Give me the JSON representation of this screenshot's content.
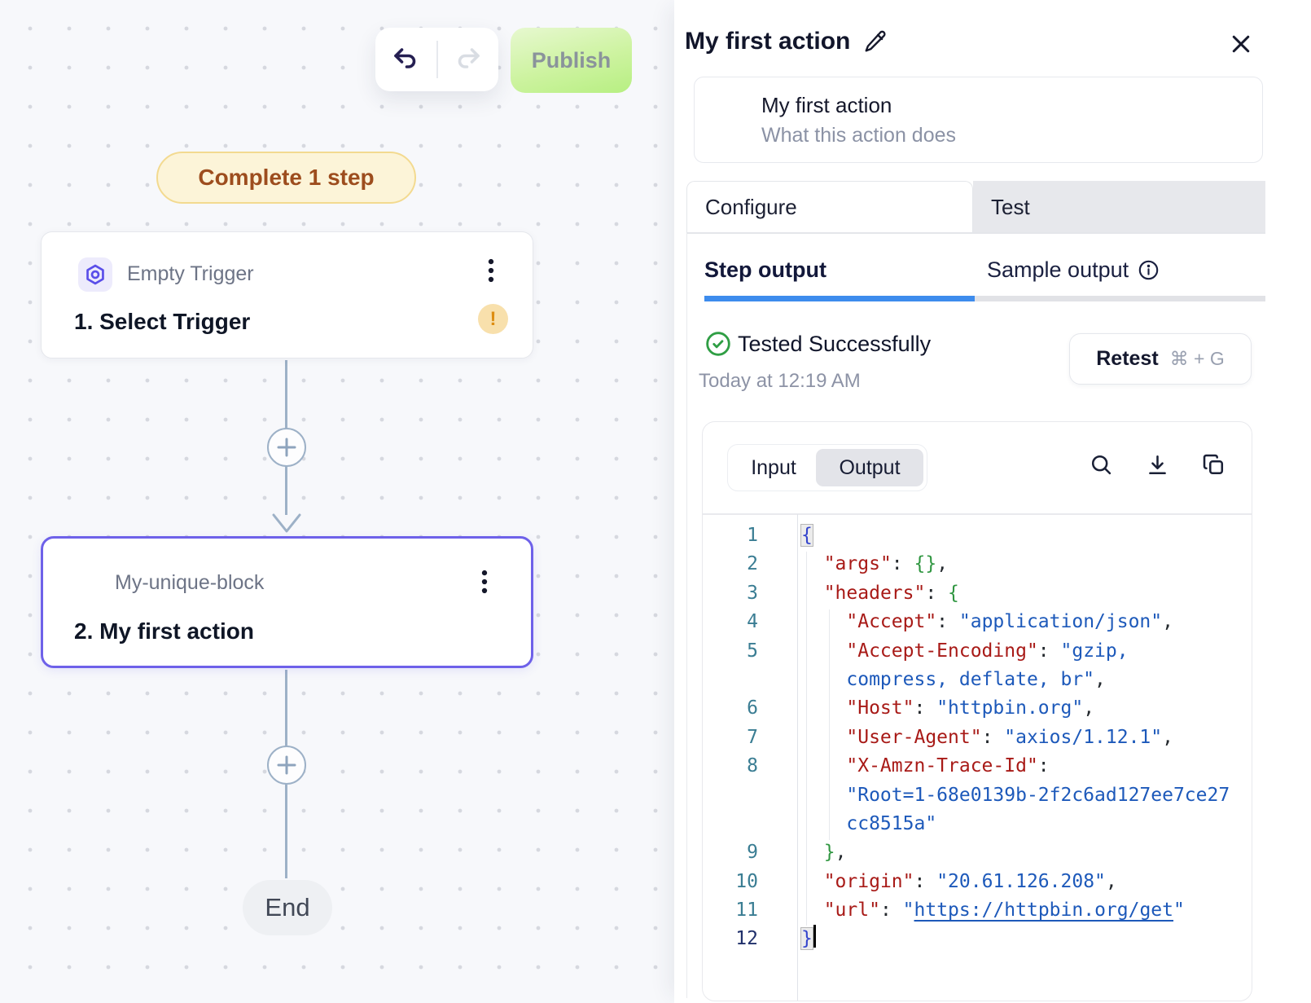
{
  "canvas": {
    "toolbar": {
      "publish_label": "Publish"
    },
    "badge_label": "Complete 1 step",
    "trigger_block": {
      "app_label": "Empty Trigger",
      "title": "1. Select Trigger",
      "warning_glyph": "!"
    },
    "action_block": {
      "app_label": "My-unique-block",
      "title": "2. My first action"
    },
    "end_label": "End"
  },
  "panel": {
    "title": "My first action",
    "summary": {
      "name": "My first action",
      "description": "What this action does"
    },
    "tabs": [
      {
        "label": "Configure",
        "active": true
      },
      {
        "label": "Test",
        "active": false
      }
    ],
    "subtabs": [
      {
        "label": "Step output",
        "active": true
      },
      {
        "label": "Sample output",
        "active": false
      }
    ],
    "status": {
      "label": "Tested Successfully",
      "timestamp": "Today at 12:19 AM",
      "retest_label": "Retest",
      "shortcut": "⌘ + G"
    },
    "io_toggle": [
      {
        "label": "Input",
        "selected": false
      },
      {
        "label": "Output",
        "selected": true
      }
    ],
    "code": {
      "rows": [
        {
          "n": "1",
          "seg": [
            [
              "brace-outer",
              "{"
            ]
          ],
          "hl": true
        },
        {
          "n": "2",
          "seg": [
            [
              "plain",
              "  "
            ],
            [
              "key",
              "\"args\""
            ],
            [
              "punct",
              ": "
            ],
            [
              "brace-inner",
              "{}"
            ],
            [
              "punct",
              ","
            ]
          ]
        },
        {
          "n": "3",
          "seg": [
            [
              "plain",
              "  "
            ],
            [
              "key",
              "\"headers\""
            ],
            [
              "punct",
              ": "
            ],
            [
              "brace-inner",
              "{"
            ]
          ]
        },
        {
          "n": "4",
          "seg": [
            [
              "plain",
              "    "
            ],
            [
              "key",
              "\"Accept\""
            ],
            [
              "punct",
              ": "
            ],
            [
              "string",
              "\"application/json\""
            ],
            [
              "punct",
              ","
            ]
          ]
        },
        {
          "n": "5",
          "seg": [
            [
              "plain",
              "    "
            ],
            [
              "key",
              "\"Accept-Encoding\""
            ],
            [
              "punct",
              ": "
            ],
            [
              "string",
              "\"gzip,"
            ]
          ]
        },
        {
          "n": "",
          "seg": [
            [
              "plain",
              "    "
            ],
            [
              "string",
              "compress, deflate, br\""
            ],
            [
              "punct",
              ","
            ]
          ]
        },
        {
          "n": "6",
          "seg": [
            [
              "plain",
              "    "
            ],
            [
              "key",
              "\"Host\""
            ],
            [
              "punct",
              ": "
            ],
            [
              "string",
              "\"httpbin.org\""
            ],
            [
              "punct",
              ","
            ]
          ]
        },
        {
          "n": "7",
          "seg": [
            [
              "plain",
              "    "
            ],
            [
              "key",
              "\"User-Agent\""
            ],
            [
              "punct",
              ": "
            ],
            [
              "string",
              "\"axios/1.12.1\""
            ],
            [
              "punct",
              ","
            ]
          ]
        },
        {
          "n": "8",
          "seg": [
            [
              "plain",
              "    "
            ],
            [
              "key",
              "\"X-Amzn-Trace-Id\""
            ],
            [
              "punct",
              ":"
            ]
          ]
        },
        {
          "n": "",
          "seg": [
            [
              "plain",
              "    "
            ],
            [
              "string",
              "\"Root=1-68e0139b-2f2c6ad127ee7ce27"
            ]
          ]
        },
        {
          "n": "",
          "seg": [
            [
              "plain",
              "    "
            ],
            [
              "string",
              "cc8515a\""
            ]
          ]
        },
        {
          "n": "9",
          "seg": [
            [
              "plain",
              "  "
            ],
            [
              "brace-inner",
              "}"
            ],
            [
              "punct",
              ","
            ]
          ]
        },
        {
          "n": "10",
          "seg": [
            [
              "plain",
              "  "
            ],
            [
              "key",
              "\"origin\""
            ],
            [
              "punct",
              ": "
            ],
            [
              "string",
              "\"20.61.126.208\""
            ],
            [
              "punct",
              ","
            ]
          ]
        },
        {
          "n": "11",
          "seg": [
            [
              "plain",
              "  "
            ],
            [
              "key",
              "\"url\""
            ],
            [
              "punct",
              ": "
            ],
            [
              "string",
              "\""
            ],
            [
              "link",
              "https://httpbin.org/get"
            ],
            [
              "string",
              "\""
            ]
          ]
        },
        {
          "n": "12",
          "seg": [
            [
              "brace-outer",
              "}"
            ],
            [
              "cursor",
              ""
            ]
          ],
          "hl": true,
          "active": true
        }
      ]
    }
  },
  "colors": {
    "canvas_bg": "#f7f8fb",
    "selected_node_purple": "#6e61e9",
    "trigger_icon_purple": "#5a4ee9",
    "publish_green_start": "#e7f8d0",
    "publish_green_end": "#b7ef82",
    "badge_amber_bg": "#fcf4d8",
    "badge_amber_border": "#f3da90",
    "badge_amber_text": "#9d4d1e",
    "warning_amber": "#dd8d12",
    "success_green": "#2f9e44",
    "subtab_blue": "#3d8ced",
    "connector_gray_blue": "#9db1c7",
    "syntax_key_red": "#a81a17",
    "syntax_string_blue": "#1d59ba",
    "syntax_brace_green": "#2f9640",
    "syntax_brace_blue": "#3344cc",
    "line_number_teal": "#3a7d93"
  },
  "icons": {
    "undo-icon": "curved arrow left",
    "redo-icon": "curved arrow right (disabled)",
    "node-hexagon-icon": "hexagon with circle",
    "kebab-menu-icon": "⋮",
    "warning-icon": "!",
    "plus-connector-icon": "+",
    "edit-pencil-icon": "pencil",
    "close-icon": "✕",
    "info-icon": "ⓘ",
    "check-circle-icon": "✓ in circle",
    "search-icon": "magnifier",
    "download-icon": "arrow down to line",
    "copy-icon": "two overlapping squares"
  }
}
